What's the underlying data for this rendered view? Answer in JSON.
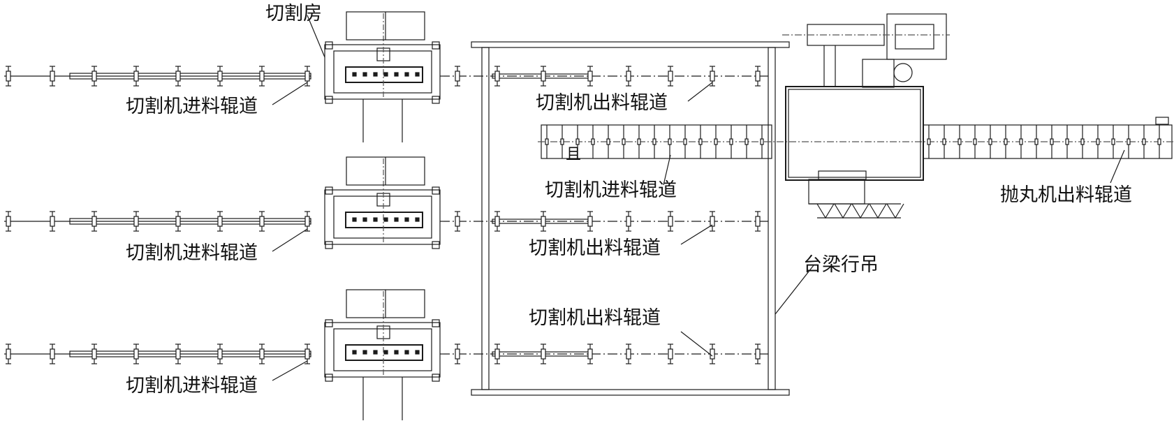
{
  "labels": {
    "cutting_room": "切割房",
    "infeed_1": "切割机进料辊道",
    "infeed_2": "切割机进料辊道",
    "infeed_3": "切割机进料辊道",
    "outfeed_1": "切割机出料辊道",
    "outfeed_2": "切割机出料辊道",
    "outfeed_3": "切割机出料辊道",
    "center_infeed": "切割机进料辊道",
    "gantry_crane": "台梁行吊",
    "shot_blast_outfeed": "抛丸机出料辊道",
    "marker": "且"
  },
  "colors": {
    "line": "#1a1a1a",
    "centerline": "#555555",
    "background": "#ffffff"
  }
}
